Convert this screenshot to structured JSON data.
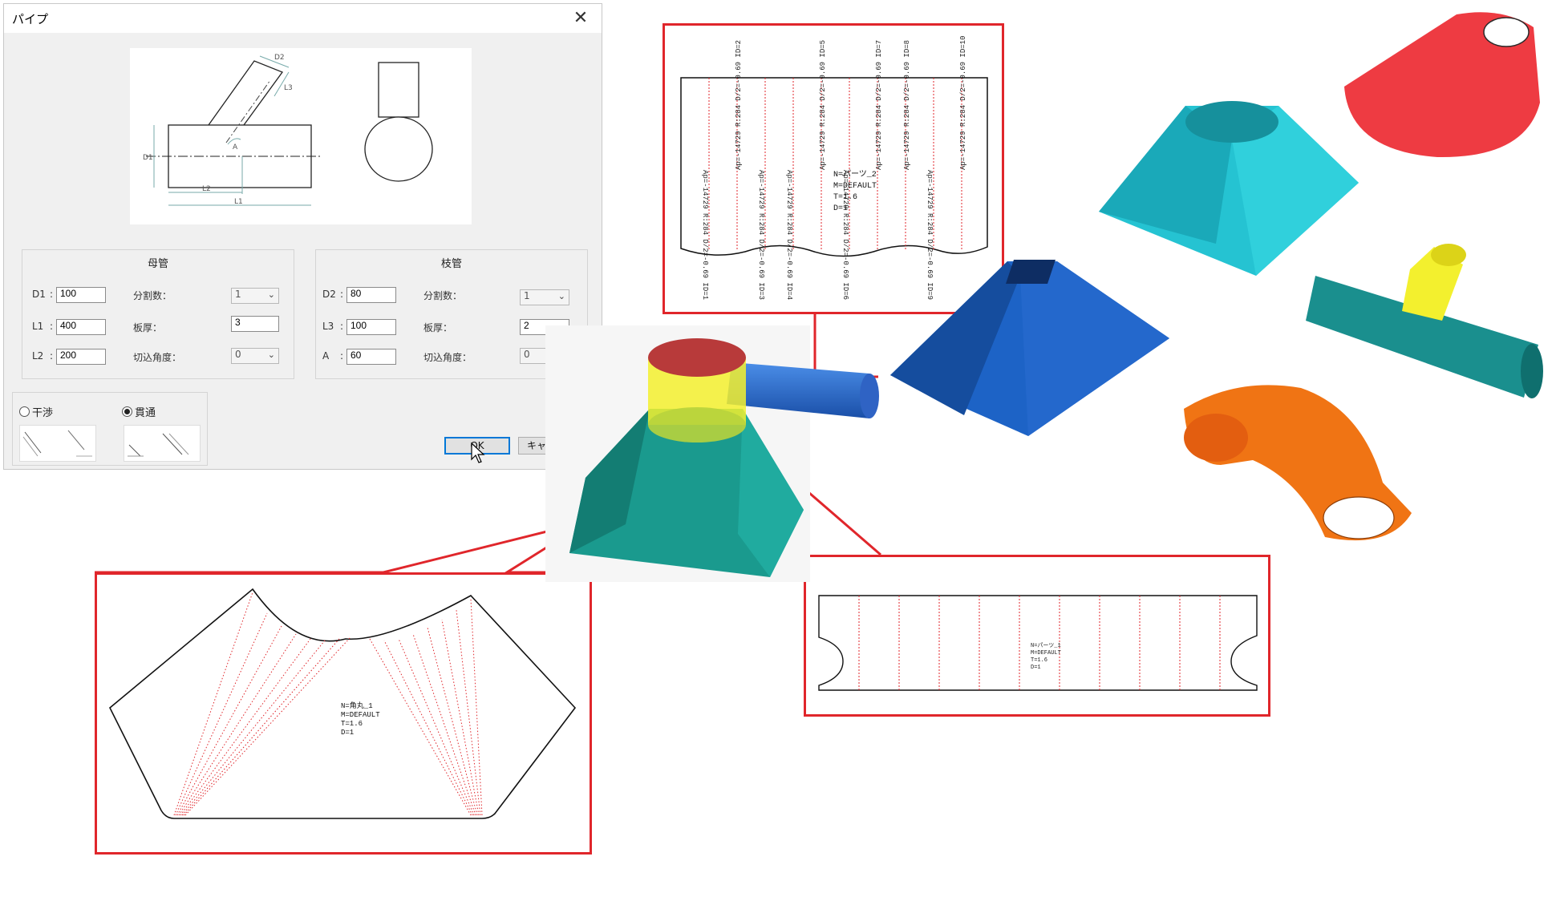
{
  "dialog": {
    "title": "パイプ",
    "close_symbol": "✕",
    "main_pipe": {
      "title": "母管",
      "d1": {
        "label": "D1",
        "value": "100"
      },
      "l1": {
        "label": "L1",
        "value": "400"
      },
      "l2": {
        "label": "L2",
        "value": "200"
      },
      "divisions": {
        "label": "分割数：",
        "value": "1"
      },
      "thickness": {
        "label": "板厚：",
        "value": "3"
      },
      "cut_angle": {
        "label": "切込角度：",
        "value": "0"
      }
    },
    "branch_pipe": {
      "title": "枝管",
      "d2": {
        "label": "D2",
        "value": "80"
      },
      "l3": {
        "label": "L3",
        "value": "100"
      },
      "a": {
        "label": "A",
        "value": "60"
      },
      "divisions": {
        "label": "分割数：",
        "value": "1"
      },
      "thickness": {
        "label": "板厚：",
        "value": "2"
      },
      "cut_angle": {
        "label": "切込角度：",
        "value": "0"
      }
    },
    "options": [
      {
        "label": "干渉",
        "selected": false
      },
      {
        "label": "貫通",
        "selected": true
      }
    ],
    "ok_label": "OK",
    "cancel_label": "キャンセル",
    "diagram_labels": {
      "d1": "D1",
      "d2": "D2",
      "l1": "L1",
      "l2": "L2",
      "l3": "L3",
      "a": "A"
    }
  },
  "flat_pattern_top": {
    "line_labels": [
      "Ap=-14729 R:284 D/2=-0.69 ID=2",
      "Ap=-14729 R:284 D/2=-0.69 ID=5",
      "Ap=-14729 R:284 D/2=-0.69 ID=7",
      "Ap=-14729 R:284 D/2=-0.69 ID=8",
      "Ap=-14729 R:284 D/2=-0.69 ID=10"
    ],
    "bottom_labels": [
      "Ap=-14729 R:284 D/2=-0.69 ID=1",
      "Ap=-14729 R:284 D/2=-0.69 ID=3",
      "Ap=-14729 R:284 D/2=-0.69 ID=4",
      "Ap=-14729 R:284 D/2=-0.69 ID=6",
      "Ap=-14729 R:284 D/2=-0.69 ID=9"
    ],
    "part_name": "N=パーツ_2",
    "material": "M=DEFAULT",
    "thickness": "T=1.6",
    "extra": "D=1"
  },
  "flat_pattern_left": {
    "part_name": "N=角丸_1",
    "material": "M=DEFAULT",
    "thickness": "T=1.6",
    "extra": "D=1"
  },
  "flat_pattern_right": {
    "part_name": "N=パーツ_1",
    "material": "M=DEFAULT",
    "thickness": "T=1.6",
    "extra": "D=1"
  },
  "colors": {
    "callout_border": "#e0262b",
    "teal": "#1a9a8e",
    "blue": "#1d63c6",
    "cyan": "#25c3d2",
    "red_cone": "#ee3b42",
    "yellow": "#f3f02e",
    "orange": "#f07414",
    "dark_teal": "#1a8f8e"
  }
}
